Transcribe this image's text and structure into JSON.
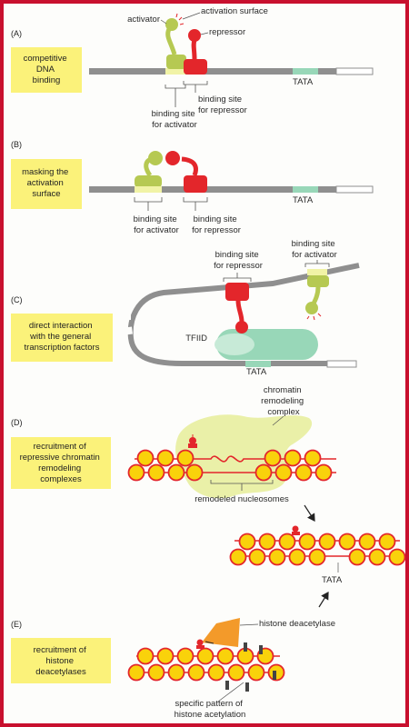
{
  "panels": [
    {
      "id": "A",
      "tag": "(A)",
      "box": [
        "competitive",
        "DNA",
        "binding"
      ]
    },
    {
      "id": "B",
      "tag": "(B)",
      "box": [
        "masking the",
        "activation",
        "surface"
      ]
    },
    {
      "id": "C",
      "tag": "(C)",
      "box": [
        "direct interaction",
        "with the general",
        "transcription factors"
      ]
    },
    {
      "id": "D",
      "tag": "(D)",
      "box": [
        "recruitment of",
        "repressive chromatin",
        "remodeling",
        "complexes"
      ]
    },
    {
      "id": "E",
      "tag": "(E)",
      "box": [
        "recruitment of",
        "histone",
        "deacetylases"
      ]
    }
  ],
  "labels": {
    "activator": "activator",
    "activation_surface": "activation surface",
    "repressor": "repressor",
    "tata": "TATA",
    "bs_activator_1": "binding site",
    "bs_activator_2": "for activator",
    "bs_repressor_1": "binding site",
    "bs_repressor_2": "for repressor",
    "tfiid": "TFIID",
    "chromatin_1": "chromatin",
    "chromatin_2": "remodeling",
    "chromatin_3": "complex",
    "remodeled": "remodeled nucleosomes",
    "histone_deacetylase": "histone deacetylase",
    "acetylation_1": "specific pattern of",
    "acetylation_2": "histone acetylation"
  },
  "colors": {
    "border": "#c8102e",
    "box": "#fbf27a",
    "dna": "#8f8f8f",
    "repressor": "#e3262b",
    "activator": "#b6c952",
    "activator_site": "#f1f3a6",
    "tata": "#98d7b8",
    "nucleosome": "#f9d20b",
    "nucleosome_edge": "#e3262b",
    "complex": "#e8ee9f",
    "deacetylase": "#f39a2a"
  }
}
